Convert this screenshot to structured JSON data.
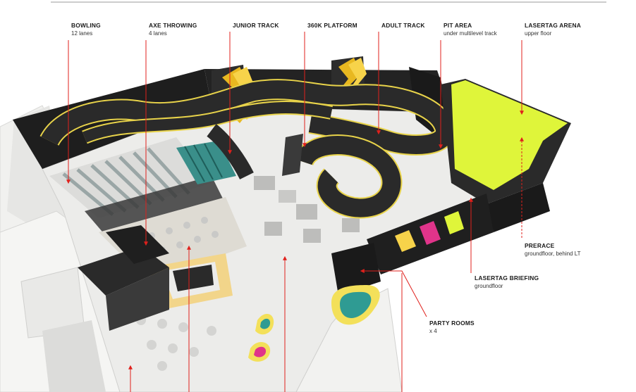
{
  "colors": {
    "accent_red": "#e0201c",
    "laser_green": "#dff53a",
    "track_black": "#2a2a2a",
    "track_stripe": "#e8d34a",
    "wall_dark": "#1e1e1e",
    "floor": "#ececea"
  },
  "labels": {
    "bowling": {
      "title": "BOWLING",
      "sub": "12 lanes"
    },
    "axe_throwing": {
      "title": "AXE THROWING",
      "sub": "4 lanes"
    },
    "junior_track": {
      "title": "JUNIOR TRACK"
    },
    "platform_360k": {
      "title": "360K PLATFORM"
    },
    "adult_track": {
      "title": "ADULT TRACK"
    },
    "pit_area": {
      "title": "PIT AREA",
      "sub": "under multilevel track"
    },
    "lasertag_arena": {
      "title": "LASERTAG ARENA",
      "sub": "upper floor"
    },
    "prerace": {
      "title": "PRERACE",
      "sub": "groundfloor, behind LT"
    },
    "lasertag_briefing": {
      "title": "LASERTAG BRIEFING",
      "sub": "groundfloor"
    },
    "party_rooms": {
      "title": "PARTY ROOMS",
      "sub": "x 4"
    }
  }
}
